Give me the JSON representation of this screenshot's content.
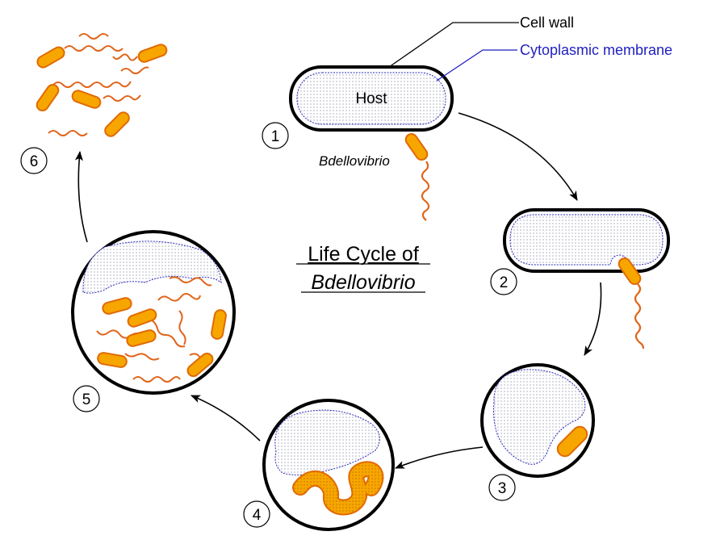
{
  "labels": {
    "cell_wall": "Cell wall",
    "membrane": "Cytoplasmic membrane",
    "host": "Host",
    "bdellovibrio": "Bdellovibrio",
    "title_line1": "Life Cycle of",
    "title_line2": "Bdellovibrio"
  },
  "stages": [
    "1",
    "2",
    "3",
    "4",
    "5",
    "6"
  ],
  "colors": {
    "bacterium_fill": "#f7a600",
    "bacterium_stroke": "#e06a00",
    "flagellum": "#e0651a",
    "membrane": "#2a2ab8",
    "leader_membrane": "#1f1fbf",
    "outline": "#000000"
  }
}
